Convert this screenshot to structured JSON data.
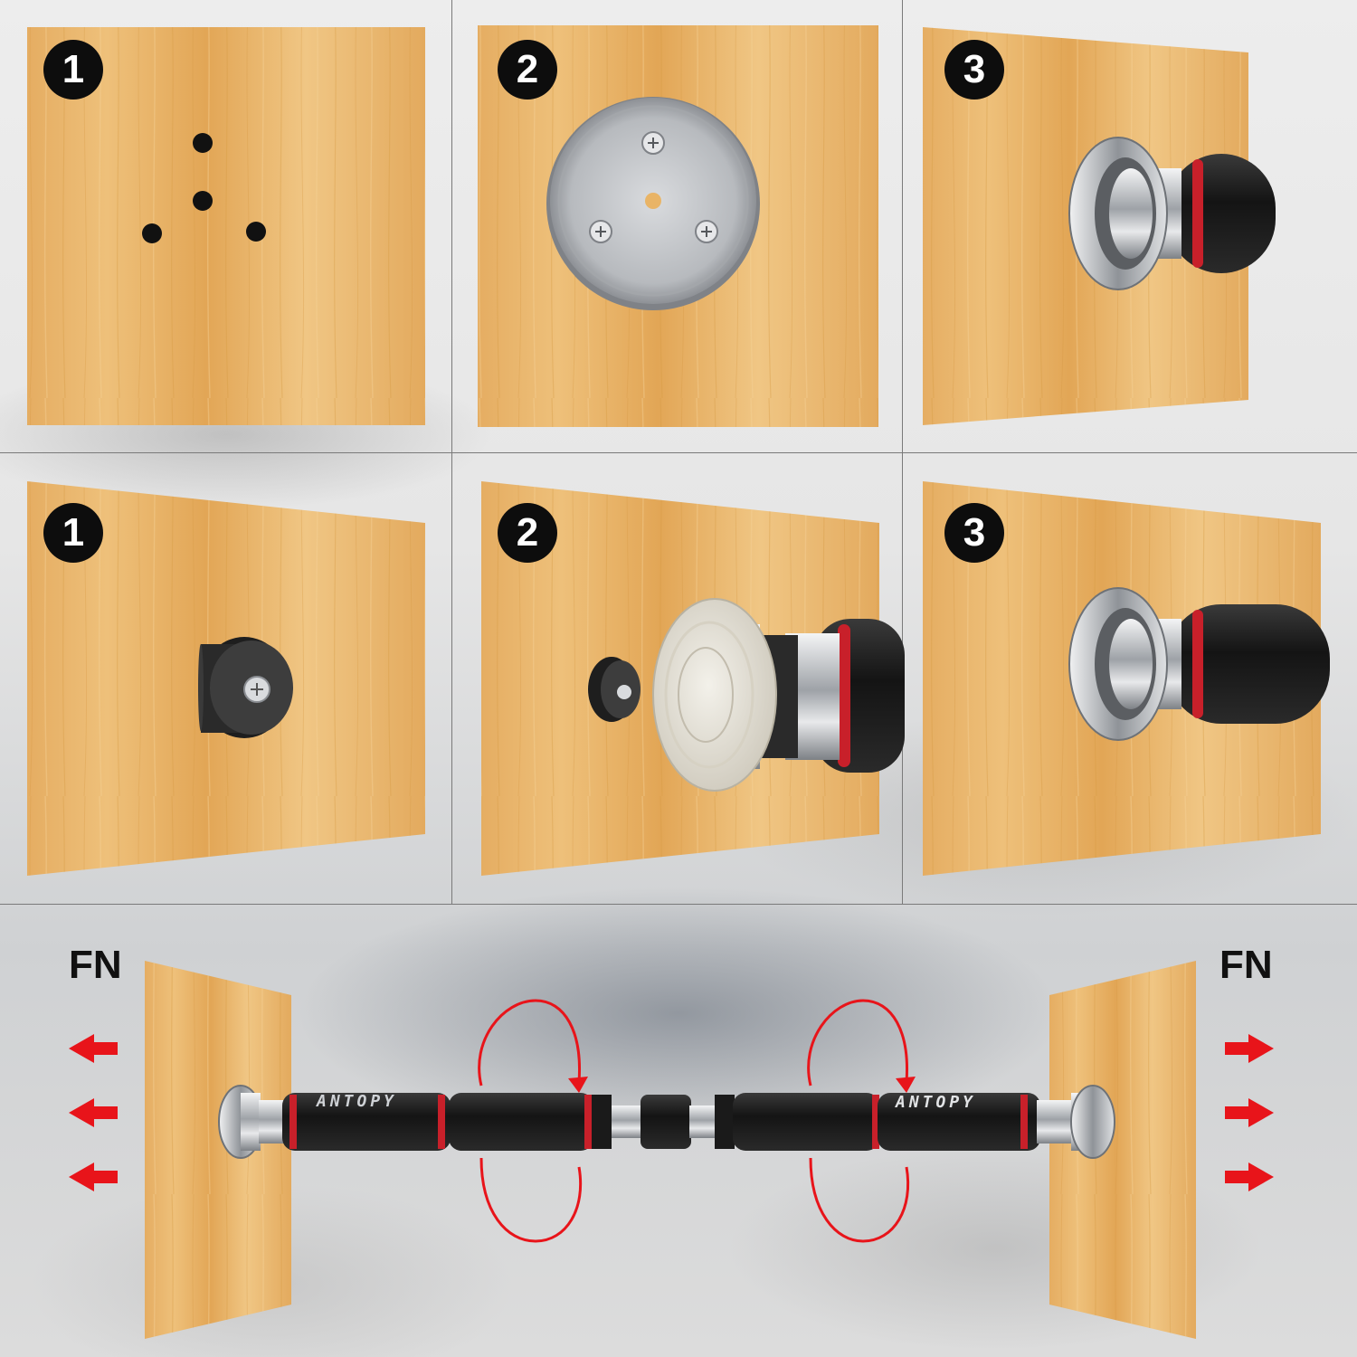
{
  "panels": {
    "top_row": [
      {
        "step": "1"
      },
      {
        "step": "2"
      },
      {
        "step": "3"
      }
    ],
    "middle_row": [
      {
        "step": "1"
      },
      {
        "step": "2"
      },
      {
        "step": "3"
      }
    ]
  },
  "bottom": {
    "left_force_label": "FN",
    "right_force_label": "FN",
    "brand_left": "ANTOPY",
    "brand_right": "ANTOPY"
  },
  "colors": {
    "wood": "#e8b56a",
    "wood_grain": "#d89a4a",
    "badge": "#0d0d0d",
    "arrow": "#e8141a",
    "foam": "#1c1c1c",
    "foam_accent": "#c8202a",
    "chrome": "#c9ccd0",
    "divider": "#7a7a7a"
  },
  "icons": [
    "red-arrow-icon",
    "rotation-arrow-icon",
    "screw-icon",
    "mount-plate-icon"
  ]
}
